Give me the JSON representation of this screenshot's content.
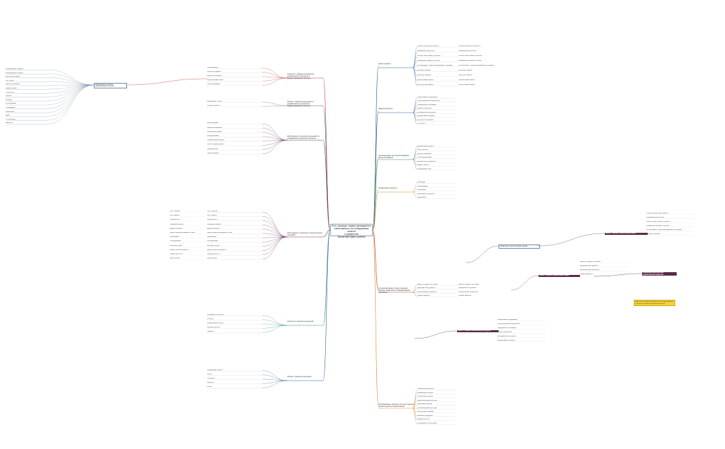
{
  "root": {
    "title_lines": [
      "Роль, функции, задачи руководителя,",
      "ответственного за планирование проекта",
      "и управление",
      "Проектный офис и работа"
    ]
  },
  "branches": [
    {
      "label": "Цели проекта",
      "items": [
        "Стратегические цели проекта",
        "Ожидаемые результаты",
        "Соответствие бизнес-стратегии",
        "Измеримые показатели успеха",
        "Согласование с заинтересованными сторонами",
        "Критерии приёмки",
        "Сроки достижения",
        "Приоритизация целей",
        "Контроль выполнения"
      ]
    },
    {
      "label": "Задачи проекта",
      "items": [
        "Планирование содержания",
        "Структура декомпозиции работ",
        "Определение требований",
        "Оценка трудозатрат",
        "Распределение ресурсов",
        "Формирование графика",
        "Контроль исполнения",
        "Отчётность"
      ]
    },
    {
      "label": "Необходимые для использования объекты работы",
      "items": [
        "Документация проекта",
        "Реестр рисков",
        "Журнал изменений",
        "План коммуникаций",
        "Матрица ответственности",
        "Бюджет проекта",
        "Календарный план"
      ]
    },
    {
      "label": "Управление проекта",
      "items": [
        "Инициация",
        "Планирование",
        "Исполнение",
        "Мониторинг и контроль",
        "Завершение"
      ]
    },
    {
      "label": "Альтернативные стратегические важные цифровые трансформации компании",
      "items": [
        "Анализ текущего состояния",
        "Цифровые инструменты",
        "Автоматизация процессов",
        "Оценка эффекта"
      ]
    },
    {
      "label": "Необходимые ресурсы для достижения целей проекта и выполнения",
      "items": [
        "Человеческие ресурсы",
        "Финансовые ресурсы",
        "Технические ресурсы",
        "Информационные ресурсы",
        "Временные ресурсы",
        "Организационные ресурсы",
        "Компетенции команды",
        "Внешние подрядчики",
        "Инфраструктура",
        "Программное обеспечение"
      ]
    }
  ],
  "left_branches": [
    {
      "label": "Субъект и задачи решений по управлению получения в бюджетирования проекта",
      "items": [
        "Планирование",
        "Контроль бюджета",
        "Анализ отклонений",
        "Корректировка плана",
        "Прогнозирование"
      ]
    },
    {
      "label": "Объект принятия решений по управлению получения в бюджетирования проекта",
      "items": [
        "Финансовые потоки",
        "Ресурсы проекта"
      ]
    },
    {
      "label": "Инструменты принятия решений по управлению ресурсами проекта",
      "items": [
        "Методы оценки",
        "Анализ альтернатив",
        "Экспертные оценки",
        "Моделирование",
        "Сравнительный анализ",
        "Расчёт эффективности",
        "Оценка рисков",
        "Приоритизация"
      ]
    },
    {
      "label": "Инструменты принятия стратегических решений",
      "items": [
        "SWOT-анализ",
        "PEST-анализ",
        "Матрица BCG",
        "Сценарный анализ",
        "Дерево решений",
        "Анализ заинтересованных сторон",
        "Бенчмаркинг",
        "Метод Дельфи",
        "Мозговой штурм",
        "Анализ чувствительности",
        "Оценка зрелости",
        "Карта рисков"
      ]
    },
    {
      "label": "Субъекты принятия решений",
      "items": [
        "Руководитель проекта",
        "Спонсор",
        "Управляющий комитет",
        "Команда проекта",
        "Заказчик"
      ]
    },
    {
      "label": "Объект принятия решений",
      "items": [
        "Содержание проекта",
        "Сроки",
        "Стоимость",
        "Качество",
        "Риски"
      ]
    }
  ],
  "far_left": {
    "hub": "Организация и контроль бюджетирования проекта",
    "items": [
      "Планирование бюджета",
      "Распределение средств",
      "Контроль расходов",
      "Учёт затрат",
      "Анализ отклонений",
      "Корректировка",
      "Отчётность",
      "Прогноз",
      "Резервы",
      "Согласование",
      "Утверждение",
      "Мониторинг",
      "Аудит",
      "Оптимизация",
      "Закрытие"
    ]
  },
  "right_detail": {
    "highlight_1": "Управление стратегическими целями",
    "dark_1": "SMART - анализ стратегических целей",
    "dark_2": "SMART - анализ стратегических задач",
    "dark_3": "SMART - анализ стратегических ресурсов",
    "callout": "Управление результатами стратегического развития",
    "note": "Результаты анализа используются для корректировки стратегии и выбора приоритетов развития"
  },
  "colors": {
    "blue": "#2f5f8a",
    "red": "#c0392b",
    "orange": "#d98a2b",
    "green": "#3d8a4a",
    "purple": "#6a2f5e",
    "teal": "#2b8a8a",
    "dark": "#5a2a48",
    "yellow": "#f3d23d"
  }
}
